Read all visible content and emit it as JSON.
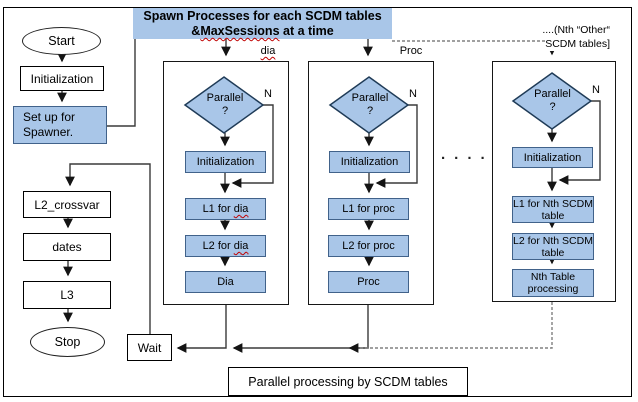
{
  "palette": {
    "box_blue": "#A9C6E8",
    "box_border": "#41628A",
    "red": "#C00000"
  },
  "title": {
    "line1": "Spawn Processes for each SCDM tables",
    "amp": "&",
    "wavy": "MaxSessions",
    "rest": " at a time"
  },
  "left": {
    "start": "Start",
    "initialization": "Initialization",
    "setup1": "Set up for",
    "setup2": "Spawner.",
    "l2_crossvar": "L2_crossvar",
    "dates": "dates",
    "l3": "L3",
    "stop": "Stop"
  },
  "wait": "Wait",
  "caption": "Parallel processing by SCDM tables",
  "dots": "· · · ·",
  "col1": {
    "label": "dia",
    "parallel": "Parallel",
    "q": "?",
    "n": "N",
    "init": "Initialization",
    "s1a": "L1 for ",
    "s1b": "dia",
    "s2a": "L2 for ",
    "s2b": "dia",
    "s3": "Dia"
  },
  "col2": {
    "label": "Proc",
    "parallel": "Parallel",
    "q": "?",
    "n": "N",
    "init": "Initialization",
    "s1": "L1 for proc",
    "s2": "L2 for proc",
    "s3": "Proc"
  },
  "col3": {
    "label1": "....(Nth “Other“",
    "label2": "SCDM tables]",
    "parallel": "Parallel",
    "q": "?",
    "n": "N",
    "init": "Initialization",
    "s1": "L1 for Nth SCDM table",
    "s2": "L2 for Nth SCDM table",
    "s3a": "Nth Table",
    "s3b": "processing"
  }
}
